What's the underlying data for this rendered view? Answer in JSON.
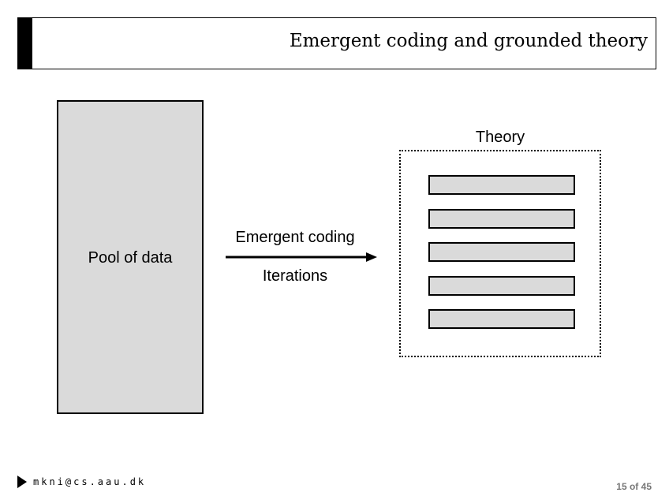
{
  "slide": {
    "title": "Emergent coding and grounded theory"
  },
  "diagram": {
    "pool_label": "Pool of data",
    "arrow_label_top": "Emergent coding",
    "arrow_label_bottom": "Iterations",
    "theory_label": "Theory",
    "theory_bar_count": 5
  },
  "footer": {
    "email": "mkni@cs.aau.dk",
    "page_number": "15 of 45"
  },
  "colors": {
    "fill_gray": "#dadada",
    "page_number_gray": "#777777",
    "accent_black": "#000000"
  }
}
